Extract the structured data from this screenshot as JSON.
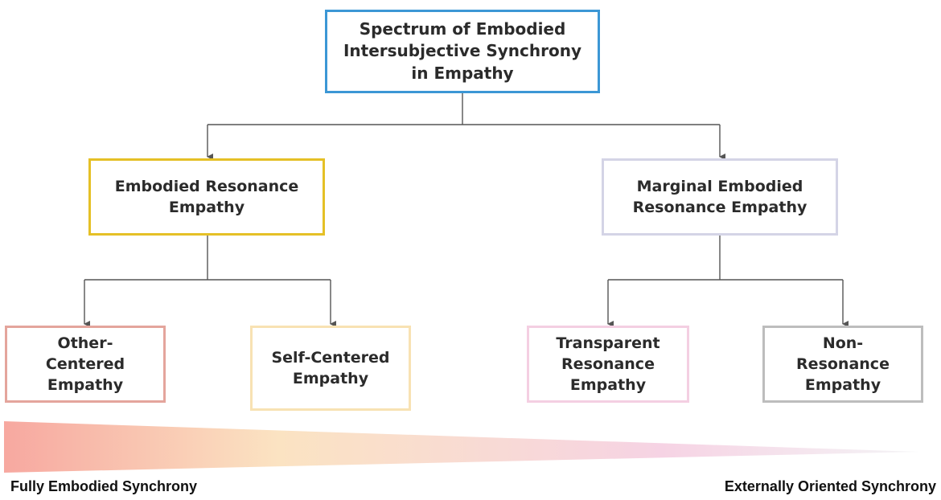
{
  "nodes": {
    "root": "Spectrum of Embodied Intersubjective Synchrony in Empathy",
    "embodied_resonance": "Embodied Resonance Empathy",
    "marginal_embodied_resonance": "Marginal Embodied Resonance Empathy",
    "other_centered": "Other-Centered Empathy",
    "self_centered": "Self-Centered Empathy",
    "transparent_resonance": "Transparent Resonance Empathy",
    "non_resonance": "Non-Resonance Empathy"
  },
  "spectrum": {
    "left_label": "Fully Embodied Synchrony",
    "right_label": "Externally Oriented Synchrony",
    "colors": [
      "#f7a8a0",
      "#fbe3c2",
      "#f6d3e4",
      "#f4f4f6"
    ]
  },
  "colors": {
    "root_border": "#3c97d5",
    "embodied_border": "#e5c026",
    "marginal_border": "#d4d4e6",
    "other_border": "#e4a59c",
    "self_border": "#f8e2b3",
    "transparent_border": "#f4cfe2",
    "non_border": "#bdbdbd",
    "connector": "#555555"
  }
}
